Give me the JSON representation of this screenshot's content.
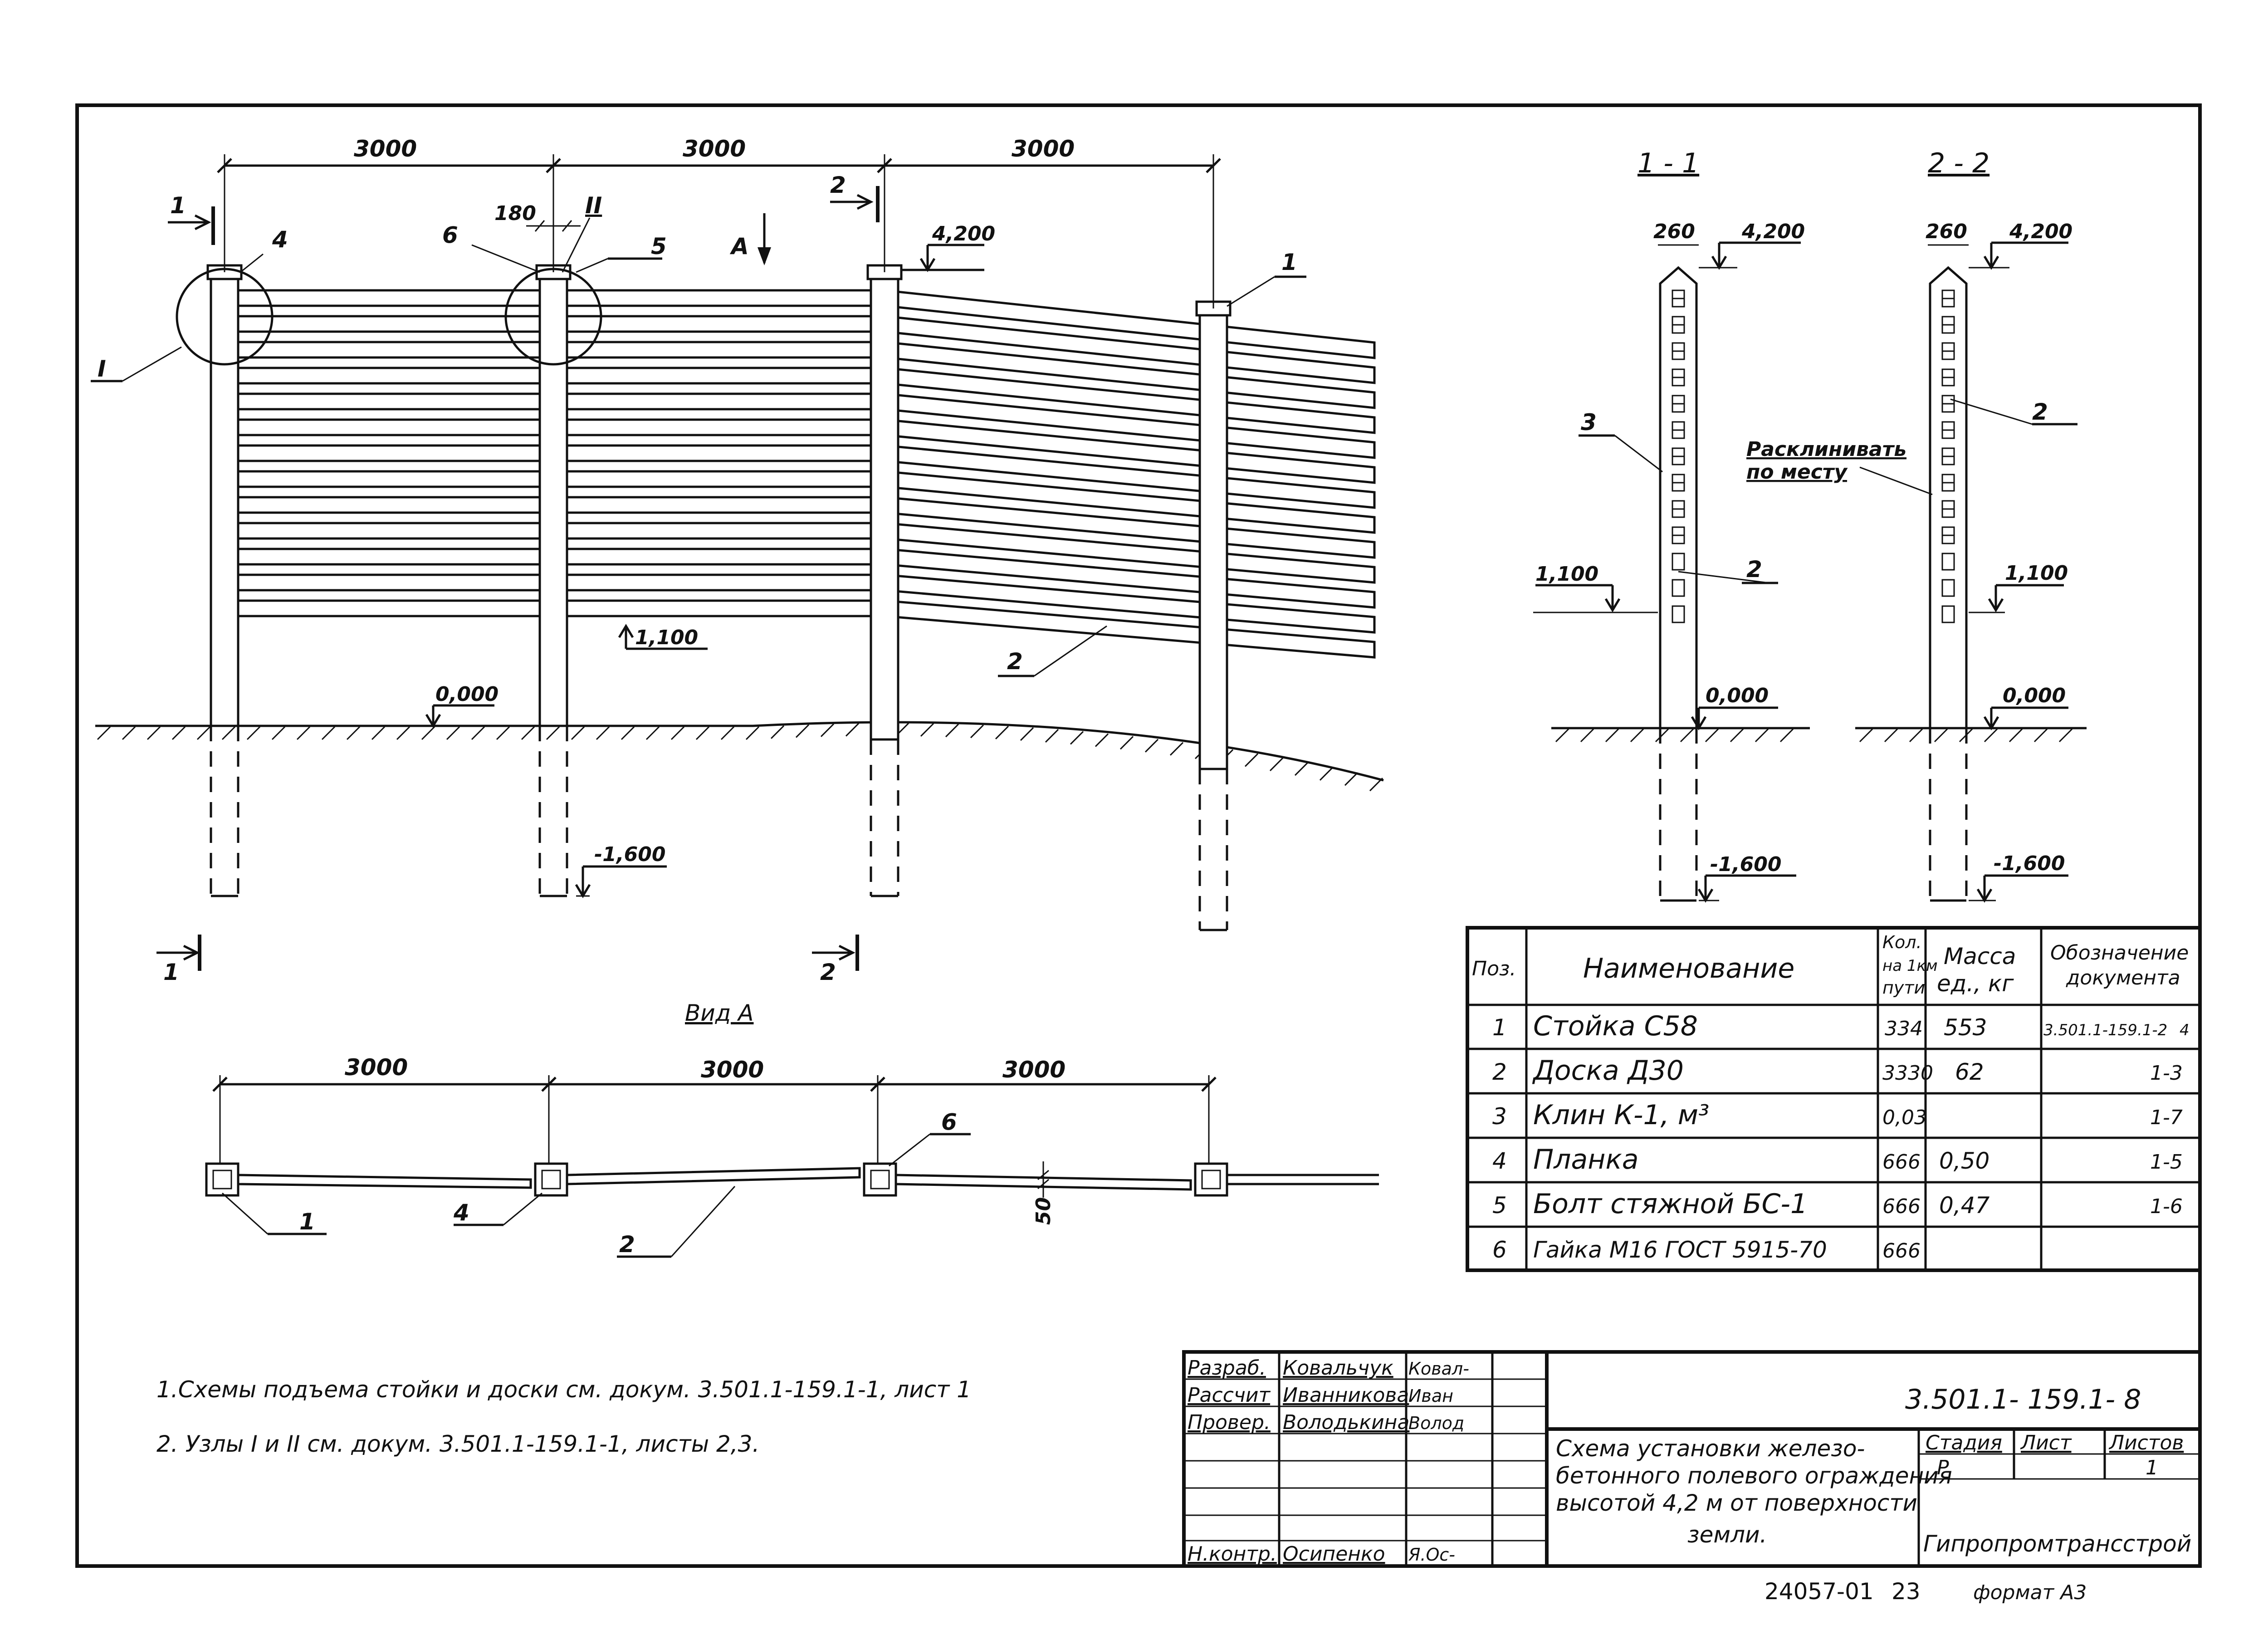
{
  "top_view": {
    "spans": [
      "3000",
      "3000",
      "3000"
    ],
    "post_width": "180",
    "node_1": "I",
    "node_2": "II",
    "callouts": {
      "p1": "1",
      "p2": "2",
      "p4": "4",
      "p5": "5",
      "p6": "6"
    },
    "view_arrow": "A",
    "section_1": "1",
    "section_2": "2",
    "levels": {
      "top": "4,200",
      "middle": "1,100",
      "ground": "0,000",
      "base": "-1,600"
    }
  },
  "view_a": {
    "title": "Вид А",
    "spans": [
      "3000",
      "3000",
      "3000"
    ],
    "thickness": "50",
    "callouts": {
      "p1": "1",
      "p2": "2",
      "p4": "4",
      "p6": "6"
    }
  },
  "section_1_1": {
    "title": "1 - 1",
    "width": "260",
    "levels": {
      "top": "4,200",
      "middle": "1,100",
      "ground": "0,000",
      "base": "-1,600"
    },
    "callouts": {
      "p2": "2",
      "p3": "3"
    }
  },
  "section_2_2": {
    "title": "2 - 2",
    "width": "260",
    "levels": {
      "top": "4,200",
      "middle": "1,100",
      "ground": "0,000",
      "base": "-1,600"
    },
    "callouts": {
      "p2": "2"
    },
    "note_line1": "Расклинивать",
    "note_line2": "по месту"
  },
  "spec_table": {
    "headers": {
      "pos": "Поз.",
      "name": "Наименование",
      "qty_1": "Кол.",
      "qty_2": "на 1км",
      "qty_3": "пути",
      "mass_1": "Масса",
      "mass_2": "ед., кг",
      "doc_1": "Обозначение",
      "doc_2": "документа"
    },
    "rows": [
      {
        "pos": "1",
        "name": "Стойка С58",
        "qty": "334",
        "mass": "553",
        "doc": "3.501.1-159.1-2",
        "doc_extra": "4"
      },
      {
        "pos": "2",
        "name": "Доска Д30",
        "qty": "3330",
        "mass": "62",
        "doc": "1-3"
      },
      {
        "pos": "3",
        "name": "Клин К-1, м³",
        "qty": "0,03",
        "mass": "",
        "doc": "1-7"
      },
      {
        "pos": "4",
        "name": "Планка",
        "qty": "666",
        "mass": "0,50",
        "doc": "1-5"
      },
      {
        "pos": "5",
        "name": "Болт стяжной БС-1",
        "qty": "666",
        "mass": "0,47",
        "doc": "1-6"
      },
      {
        "pos": "6",
        "name": "Гайка М16 ГОСТ 5915-70",
        "qty": "666",
        "mass": "",
        "doc": ""
      }
    ]
  },
  "notes": [
    "1.Схемы подъема стойки и доски см. докум. 3.501.1-159.1-1, лист 1",
    "2. Узлы  I  и  II  см. докум.  3.501.1-159.1-1, листы 2,3."
  ],
  "title_block": {
    "designation": "3.501.1- 159.1- 8",
    "roles": [
      {
        "role": "Разраб.",
        "name": "Ковальчук",
        "sign": "Ковал-"
      },
      {
        "role": "Рассчит",
        "name": "Иванникова",
        "sign": "Иван"
      },
      {
        "role": "Провер.",
        "name": "Володькина",
        "sign": "Волод"
      },
      {
        "role": "",
        "name": "",
        "sign": ""
      },
      {
        "role": "",
        "name": "",
        "sign": ""
      },
      {
        "role": "",
        "name": "",
        "sign": ""
      },
      {
        "role": "Н.контр.",
        "name": "Осипенко",
        "sign": "Я.Ос-"
      }
    ],
    "title_lines": [
      "Схема установки железо-",
      "бетонного полевого ограждения",
      "высотой 4,2 м от поверхности",
      "земли."
    ],
    "stage_label": "Стадия",
    "sheet_label": "Лист",
    "sheets_label": "Листов",
    "stage": "Р",
    "sheet": "",
    "sheets": "1",
    "organization": "Гипропромтрансстрой"
  },
  "footer": {
    "archive_no": "24057-01",
    "page": "23",
    "format": "формат А3"
  }
}
